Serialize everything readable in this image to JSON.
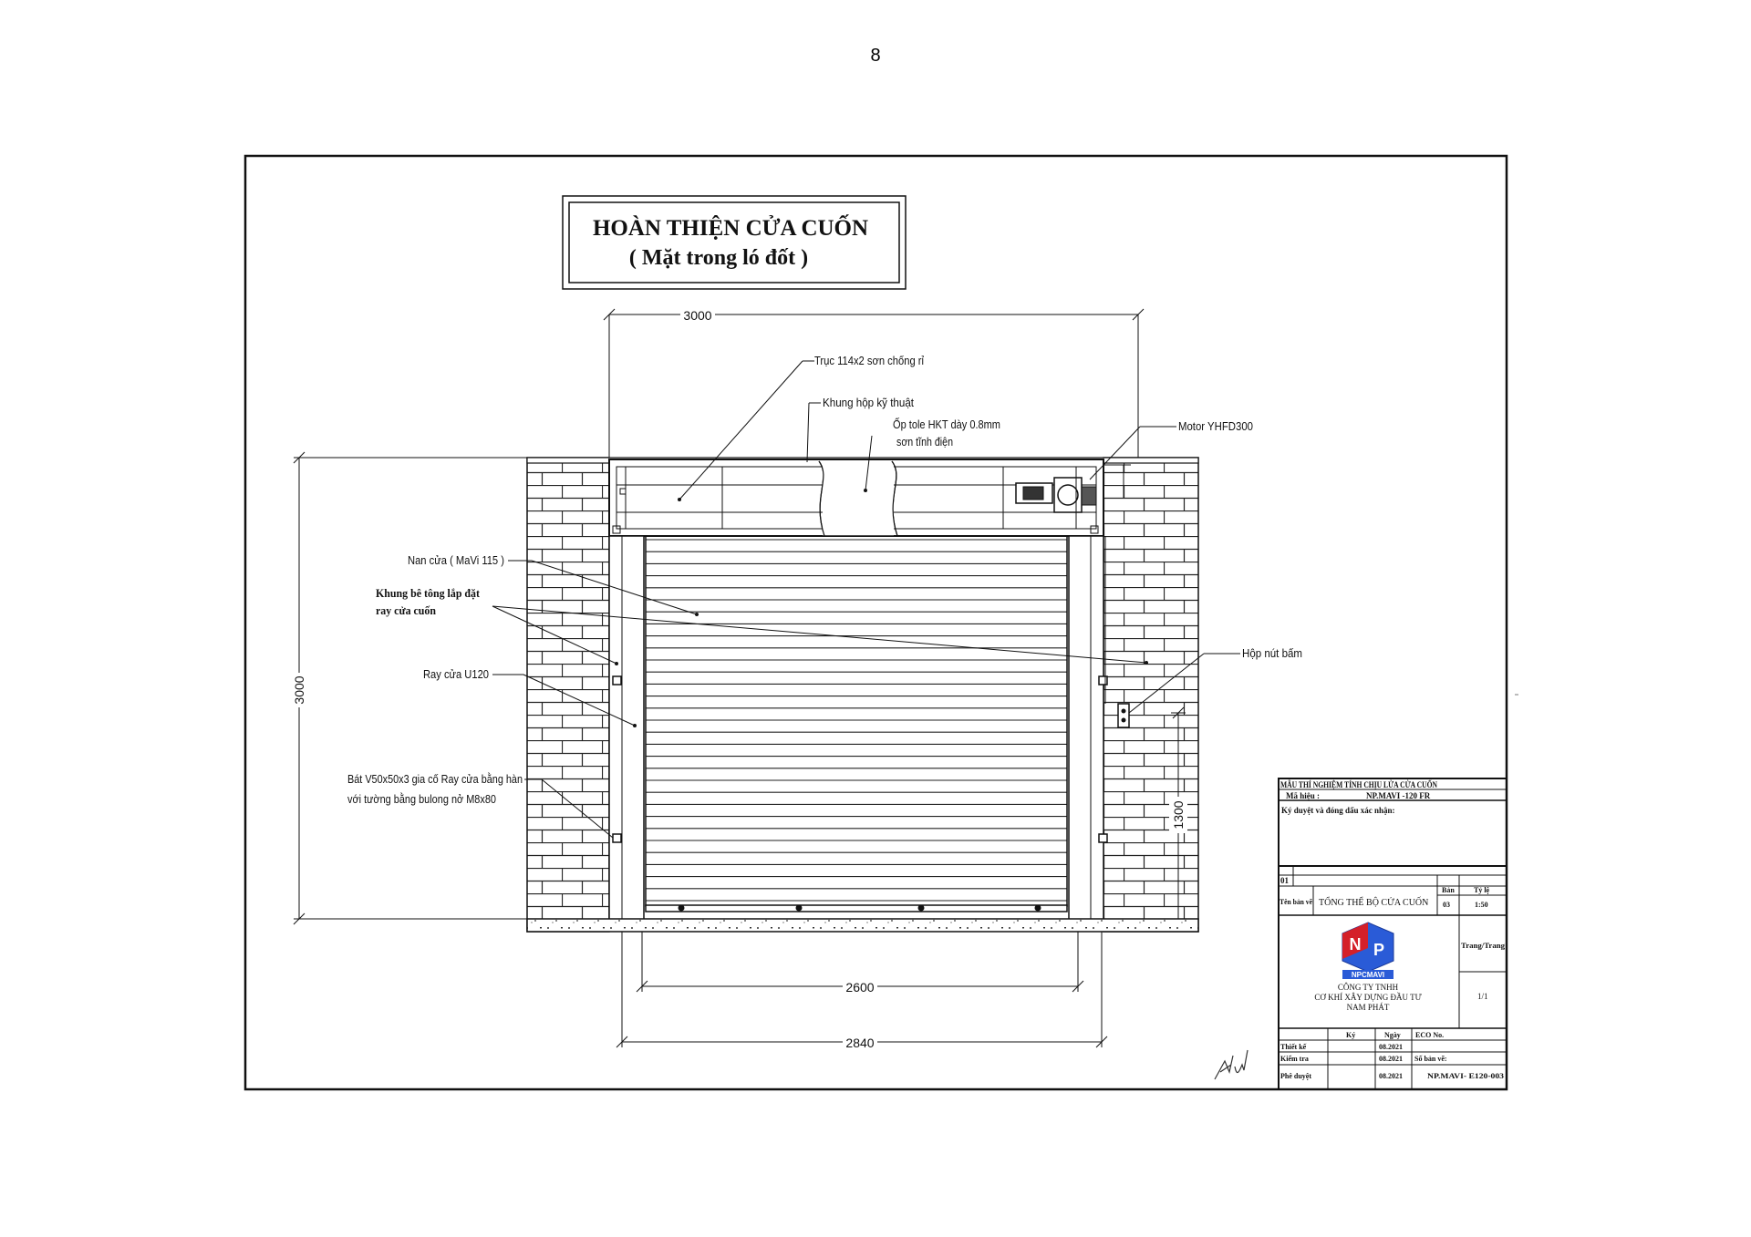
{
  "page": {
    "number": "8"
  },
  "title": {
    "line1": "HOÀN THIỆN CỬA CUỐN",
    "line2": "( Mặt trong ló đốt )"
  },
  "dimensions": {
    "top_width": "3000",
    "height": "3000",
    "inner_width": "2600",
    "outer_width": "2840",
    "button_height": "1300"
  },
  "labels": {
    "shaft": "Trục 114x2 sơn chống rỉ",
    "tech_box": "Khung hộp kỹ thuật",
    "sheet_line1": "Ốp tole HKT dày 0.8mm",
    "sheet_line2": "sơn tĩnh điện",
    "motor": "Motor YHFD300",
    "slat": "Nan cửa ( MaVi 115 )",
    "frame_line1": "Khung bê tông lắp đặt",
    "frame_line2": "ray cửa cuốn",
    "rail": "Ray cửa U120",
    "bracket_line1": "Bát V50x50x3 gia cố Ray cửa bằng hàn",
    "bracket_line2": "với tường bằng bulong nở M8x80",
    "button_box": "Hộp nút bấm"
  },
  "title_block": {
    "header": "MẪU THÍ NGHIỆM TÍNH CHỊU LỬA CỬA CUỐN",
    "code_label": "Mã hiệu :",
    "code_value": "NP.MAVI -120 FR",
    "approval": "Ký duyệt và đóng dấu xác nhận:",
    "rev": "01",
    "drawing_name_label": "Tên bản vẽ",
    "drawing_name": "TỔNG THỂ BỘ CỬA CUỐN",
    "sheet_label": "Bản",
    "sheet_value": "03",
    "scale_label": "Tỷ lệ",
    "scale_value": "1:50",
    "page_label": "Trang/Trang",
    "page_value": "1/1",
    "logo_text": "NPCMAVI",
    "company_line1": "CÔNG TY TNHH",
    "company_line2": "CƠ KHÍ XÂY DỰNG ĐẦU TƯ",
    "company_line3": "NAM PHÁT",
    "col_sign": "Ký",
    "col_date": "Ngày",
    "col_eco": "ECO No.",
    "row_design": "Thiết kế",
    "row_check": "Kiểm tra",
    "row_approve": "Phê duyệt",
    "date1": "08.2021",
    "date2": "08.2021",
    "date3": "08.2021",
    "drawing_no_label": "Số bản vẽ:",
    "drawing_no": "NP.MAVI- E120-003"
  },
  "colors": {
    "ink": "#111111",
    "logo_red": "#d4202a",
    "logo_blue": "#2a5bd7"
  }
}
